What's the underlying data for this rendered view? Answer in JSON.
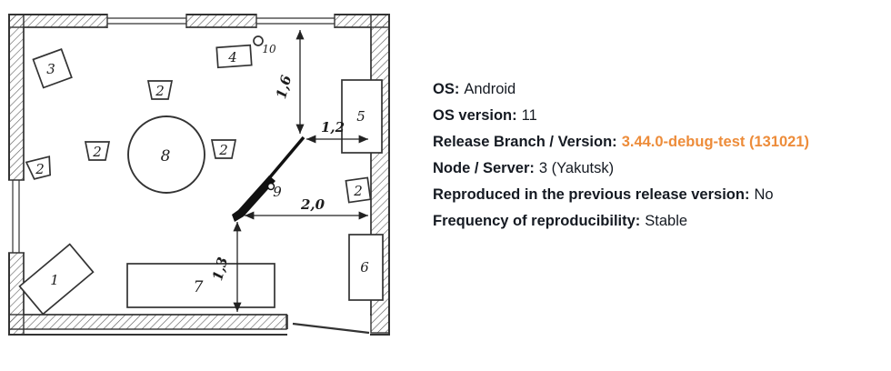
{
  "report": {
    "text_color": "#151a22",
    "highlight_color": "#ED8C3A",
    "fields": [
      {
        "label": "OS:",
        "value": "Android",
        "highlight": false
      },
      {
        "label": "OS version:",
        "value": "11",
        "highlight": false
      },
      {
        "label": "Release Branch / Version:",
        "value": "3.44.0-debug-test (131021)",
        "highlight": true
      },
      {
        "label": "Node / Server:",
        "value": "3 (Yakutsk)",
        "highlight": false
      },
      {
        "label": "Reproduced in the previous release version:",
        "value": "No",
        "highlight": false
      },
      {
        "label": "Frequency of reproducibility:",
        "value": "Stable",
        "highlight": false
      }
    ]
  },
  "floorplan": {
    "labels": {
      "item1": "1",
      "item2": "2",
      "item3": "3",
      "item4": "4",
      "item5": "5",
      "item6": "6",
      "item7": "7",
      "item8": "8",
      "item9": "9",
      "item10": "10"
    },
    "dims": {
      "d16": "1,6",
      "d12": "1,2",
      "d20": "2,0",
      "d13": "1,3"
    }
  }
}
